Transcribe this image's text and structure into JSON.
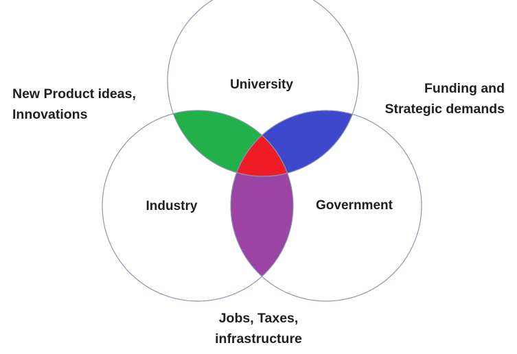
{
  "circles": {
    "top": "University",
    "left": "Industry",
    "right": "Government"
  },
  "annotations": {
    "university_industry": [
      "New Product ideas,",
      "Innovations"
    ],
    "university_government": [
      "Funding and",
      "Strategic demands"
    ],
    "industry_government": [
      "Jobs, Taxes,",
      "infrastructure"
    ]
  },
  "colors": {
    "university_industry": "#22b04a",
    "university_government": "#3e48cc",
    "industry_government": "#9b44a4",
    "center": "#ee1c24",
    "outline": "#8a97ad"
  }
}
